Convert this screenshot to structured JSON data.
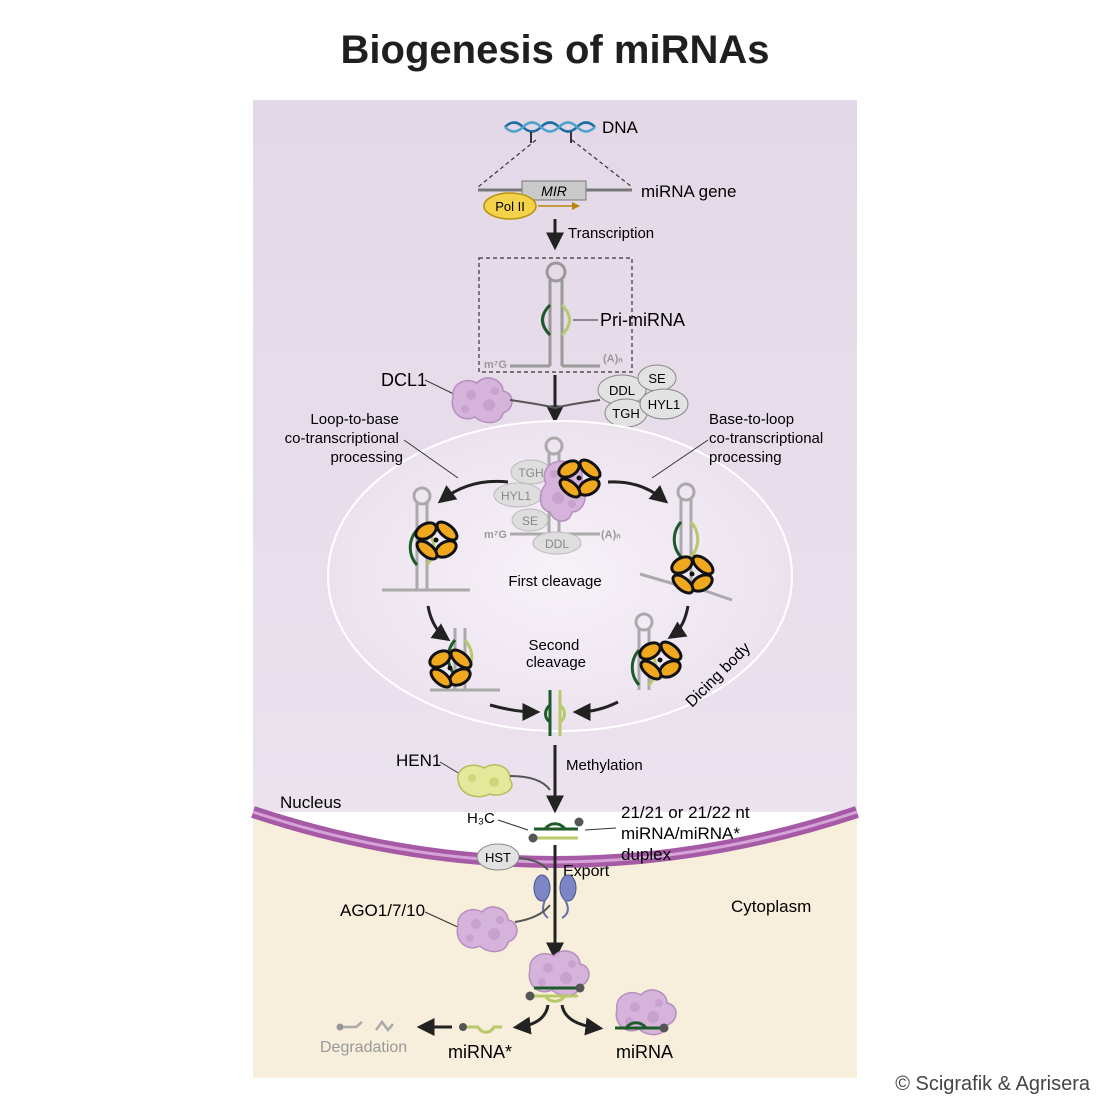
{
  "title": "Biogenesis of miRNAs",
  "copyright": "© Scigrafik & Agrisera",
  "colors": {
    "nucleus_bg": "#e6dcea",
    "cytoplasm_bg": "#f7eedb",
    "envelope": "#a65aa6",
    "dark_green": "#1f5b2a",
    "light_green": "#b8c96a",
    "scissors": "#f0a81e",
    "protein_purple": "#d7b6dc",
    "hen1_yellow": "#e3e89a"
  },
  "labels": {
    "dna": "DNA",
    "mir": "MIR",
    "pol2": "Pol II",
    "mirna_gene": "miRNA gene",
    "transcription": "Transcription",
    "pri_mirna": "Pri-miRNA",
    "m7g": "m⁷G",
    "polya": "(A)ₙ",
    "dcl1": "DCL1",
    "ddl": "DDL",
    "se": "SE",
    "tgh": "TGH",
    "hyl1": "HYL1",
    "loop_to_base": [
      "Loop-to-base",
      "co-transcriptional",
      "processing"
    ],
    "base_to_loop": [
      "Base-to-loop",
      "co-transcriptional",
      "processing"
    ],
    "first_cleavage": "First cleavage",
    "second_cleavage": [
      "Second",
      "cleavage"
    ],
    "dicing_body": "Dicing body",
    "hen1": "HEN1",
    "methylation": "Methylation",
    "nucleus": "Nucleus",
    "h3c": "H₃C",
    "duplex": [
      "21/21 or 21/22 nt",
      "miRNA/miRNA*",
      "duplex"
    ],
    "hst": "HST",
    "export": "Export",
    "ago": "AGO1/7/10",
    "cytoplasm": "Cytoplasm",
    "degradation": "Degradation",
    "mirna_star": "miRNA*",
    "mirna": "miRNA"
  }
}
